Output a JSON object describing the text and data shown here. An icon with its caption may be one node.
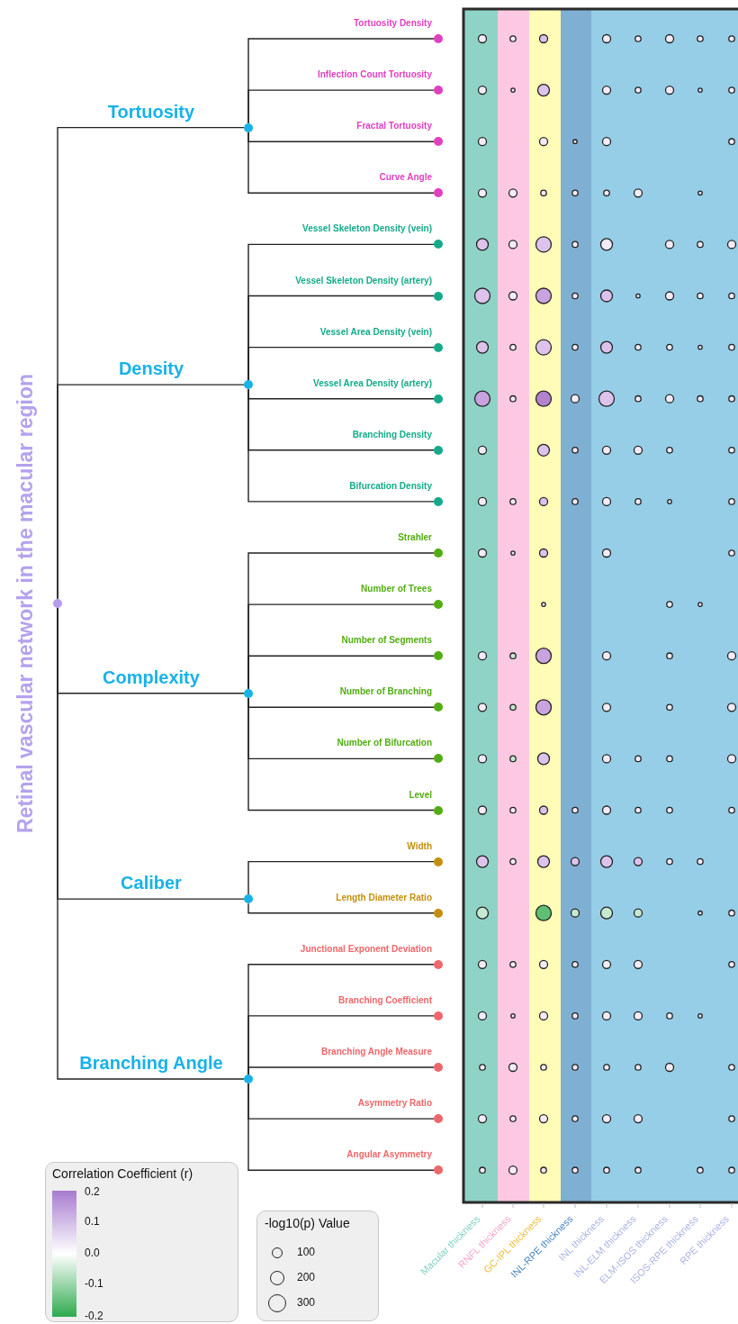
{
  "diagram": {
    "nodes": [
      {
        "text": [
          "Retinal vascular network in the macular region"
        ]
      },
      {
        "text": [
          "Tortuosity"
        ]
      },
      {
        "text": [
          "Tortuosity Density"
        ]
      },
      {
        "text": [
          "Inflection Count Tortuosity"
        ]
      },
      {
        "text": [
          "Fractal Tortuosity"
        ]
      },
      {
        "text": [
          "Curve Angle"
        ]
      },
      {
        "text": [
          "Density"
        ]
      },
      {
        "text": [
          "Vessel Skeleton Density (vein)"
        ]
      },
      {
        "text": [
          "Vessel Skeleton Density (artery)"
        ]
      },
      {
        "text": [
          "Vessel Area Density (vein)"
        ]
      },
      {
        "text": [
          "Vessel Area Density (artery)"
        ]
      },
      {
        "text": [
          "Branching Density"
        ]
      },
      {
        "text": [
          "Bifurcation Density"
        ]
      },
      {
        "text": [
          "Complexity"
        ]
      },
      {
        "text": [
          "Strahler"
        ]
      },
      {
        "text": [
          "Number of Trees"
        ]
      },
      {
        "text": [
          "Number of Segments"
        ]
      },
      {
        "text": [
          "Number of Branching"
        ]
      },
      {
        "text": [
          "Number of Bifurcation"
        ]
      },
      {
        "text": [
          "Level"
        ]
      },
      {
        "text": [
          "Caliber"
        ]
      },
      {
        "text": [
          "Width"
        ]
      },
      {
        "text": [
          "Length Diameter Ratio"
        ]
      },
      {
        "text": [
          "Branching Angle"
        ]
      },
      {
        "text": [
          "Junctional Exponent Deviation"
        ]
      },
      {
        "text": [
          "Branching Coefficient"
        ]
      },
      {
        "text": [
          "Branching Angle Measure"
        ]
      },
      {
        "text": [
          "Asymmetry Ratio"
        ]
      },
      {
        "text": [
          "Angular Asymmetry"
        ]
      }
    ],
    "edges": [
      {
        "from": 0,
        "to": 1,
        "arrow": "none"
      },
      {
        "from": 0,
        "to": 6,
        "arrow": "none"
      },
      {
        "from": 0,
        "to": 13,
        "arrow": "none"
      },
      {
        "from": 0,
        "to": 20,
        "arrow": "none"
      },
      {
        "from": 0,
        "to": 23,
        "arrow": "none"
      },
      {
        "from": 1,
        "to": 2,
        "arrow": "none"
      },
      {
        "from": 1,
        "to": 3,
        "arrow": "none"
      },
      {
        "from": 1,
        "to": 4,
        "arrow": "none"
      },
      {
        "from": 1,
        "to": 5,
        "arrow": "none"
      },
      {
        "from": 6,
        "to": 7,
        "arrow": "none"
      },
      {
        "from": 6,
        "to": 8,
        "arrow": "none"
      },
      {
        "from": 6,
        "to": 9,
        "arrow": "none"
      },
      {
        "from": 6,
        "to": 10,
        "arrow": "none"
      },
      {
        "from": 6,
        "to": 11,
        "arrow": "none"
      },
      {
        "from": 6,
        "to": 12,
        "arrow": "none"
      },
      {
        "from": 13,
        "to": 14,
        "arrow": "none"
      },
      {
        "from": 13,
        "to": 15,
        "arrow": "none"
      },
      {
        "from": 13,
        "to": 16,
        "arrow": "none"
      },
      {
        "from": 13,
        "to": 17,
        "arrow": "none"
      },
      {
        "from": 13,
        "to": 18,
        "arrow": "none"
      },
      {
        "from": 13,
        "to": 19,
        "arrow": "none"
      },
      {
        "from": 20,
        "to": 21,
        "arrow": "none"
      },
      {
        "from": 20,
        "to": 22,
        "arrow": "none"
      },
      {
        "from": 23,
        "to": 24,
        "arrow": "none"
      },
      {
        "from": 23,
        "to": 25,
        "arrow": "none"
      },
      {
        "from": 23,
        "to": 26,
        "arrow": "none"
      },
      {
        "from": 23,
        "to": 27,
        "arrow": "none"
      },
      {
        "from": 23,
        "to": 28,
        "arrow": "none"
      }
    ],
    "labels": [
      "Macular thickness",
      "RNFL thickness",
      "GC-IPL thickness",
      "INL-RPE thickness",
      "INL thickness",
      "INL-ELM thickness",
      "ELM-ISOS thickness",
      "ISOS-RPE thickness",
      "RPE thickness",
      "Correlation Coefficient (r)",
      "0.2",
      "0.1",
      "0.0",
      "-0.1",
      "-0.2",
      "-log10(p) Value"
    ],
    "legend": [
      {
        "text": "100"
      },
      {
        "text": "200"
      },
      {
        "text": "300"
      }
    ]
  }
}
